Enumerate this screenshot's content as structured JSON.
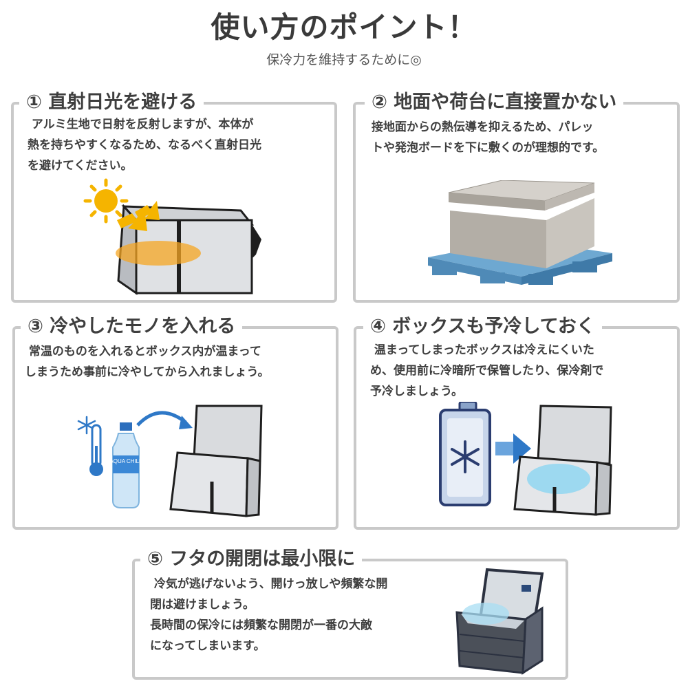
{
  "header": {
    "title": "使い方のポイント！",
    "subtitle": "保冷力を維持するために◎"
  },
  "points": [
    {
      "title": "① 直射日光を避ける",
      "lines": [
        " アルミ生地で日射を反射しますが、本体が",
        "熱を持ちやすくなるため、なるべく直射日光",
        "を避けてください。"
      ]
    },
    {
      "title": "② 地面や荷台に直接置かない",
      "lines": [
        "接地面からの熱伝導を抑えるため、パレッ",
        "トや発泡ボードを下に敷くのが理想的です。"
      ]
    },
    {
      "title": "③ 冷やしたモノを入れる",
      "lines": [
        " 常温のものを入れるとボックス内が温まって",
        "しまうため事前に冷やしてから入れましょう。"
      ],
      "bottle_label": "AQUA CHILL"
    },
    {
      "title": "④ ボックスも予冷しておく",
      "lines": [
        " 温まってしまったボックスは冷えにくいた",
        "め、使用前に冷暗所で保管したり、保冷剤で",
        "予冷しましょう。"
      ]
    },
    {
      "title": "⑤ フタの開閉は最小限に",
      "lines": [
        " 冷気が逃げないよう、開けっ放しや頻繁な開",
        "閉は避けましょう。",
        "長時間の保冷には頻繁な開閉が一番の大敵",
        "になってしまいます。"
      ]
    }
  ],
  "colors": {
    "card_border": "#c9c9c9",
    "title_text": "#3a3a3a",
    "sun": "#f5b400",
    "arrow_blue": "#2e78c7",
    "pallet_blue": "#5d9ac5",
    "icepack_navy": "#2b3d70"
  },
  "icons": [
    "sun-icon",
    "thermometer-icon",
    "snowflake-icon",
    "ice-pack-icon",
    "arrow-icon"
  ]
}
